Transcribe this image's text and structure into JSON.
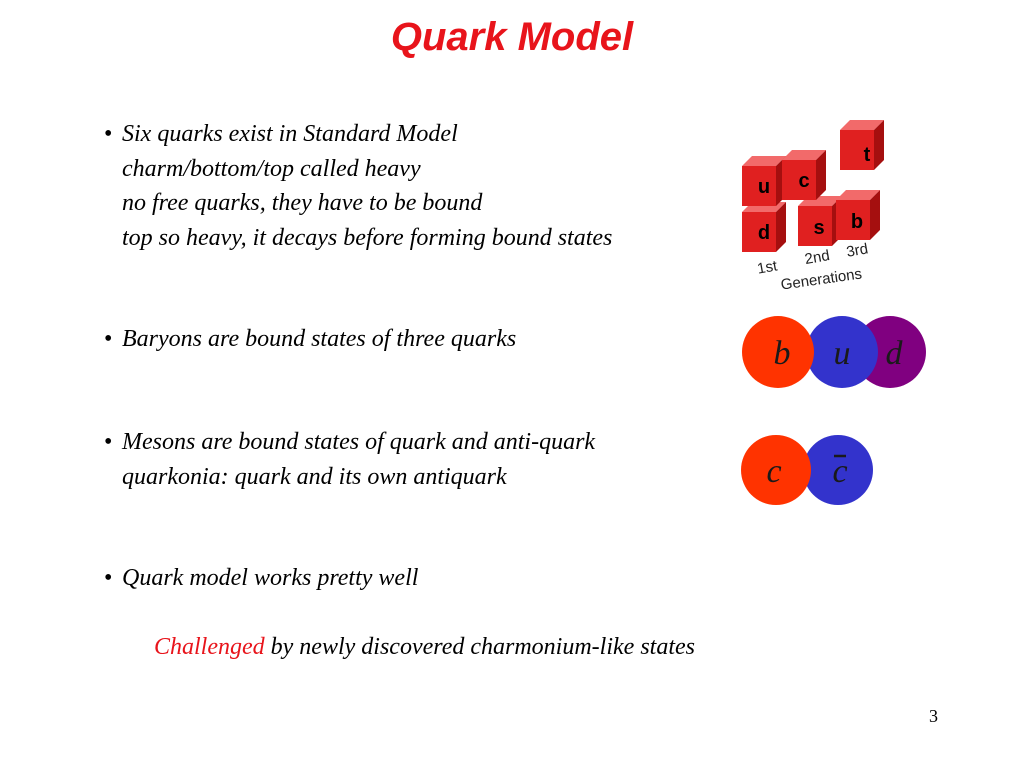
{
  "title": "Quark Model",
  "bullets": [
    {
      "lines": [
        "Six quarks exist in Standard Model",
        "charm/bottom/top called heavy",
        "no free quarks, they have to be bound",
        "top so heavy, it decays before forming bound states"
      ]
    },
    {
      "lines": [
        "Baryons are bound states of three quarks"
      ]
    },
    {
      "lines": [
        "Mesons are bound states of quark and anti-quark",
        "quarkonia: quark and its own antiquark"
      ]
    },
    {
      "lines": [
        "Quark model works pretty well"
      ]
    }
  ],
  "challenge": {
    "highlight": "Challenged",
    "rest": " by newly discovered charmonium-like states"
  },
  "quark_cubes": {
    "top_row": [
      "u",
      "c",
      "t"
    ],
    "bottom_row": [
      "d",
      "s",
      "b"
    ],
    "generation_labels": [
      "1st",
      "2nd",
      "3rd"
    ],
    "axis_label": "Generations"
  },
  "baryon": {
    "quarks": [
      "b",
      "u",
      "d"
    ]
  },
  "meson": {
    "quarks": [
      "c",
      "c"
    ]
  },
  "page_number": "3",
  "colors": {
    "title_red": "#e8141b",
    "cube_red": "#e02020",
    "circle_red": "#ff3300",
    "circle_blue": "#3333cc",
    "circle_purple": "#800080"
  }
}
